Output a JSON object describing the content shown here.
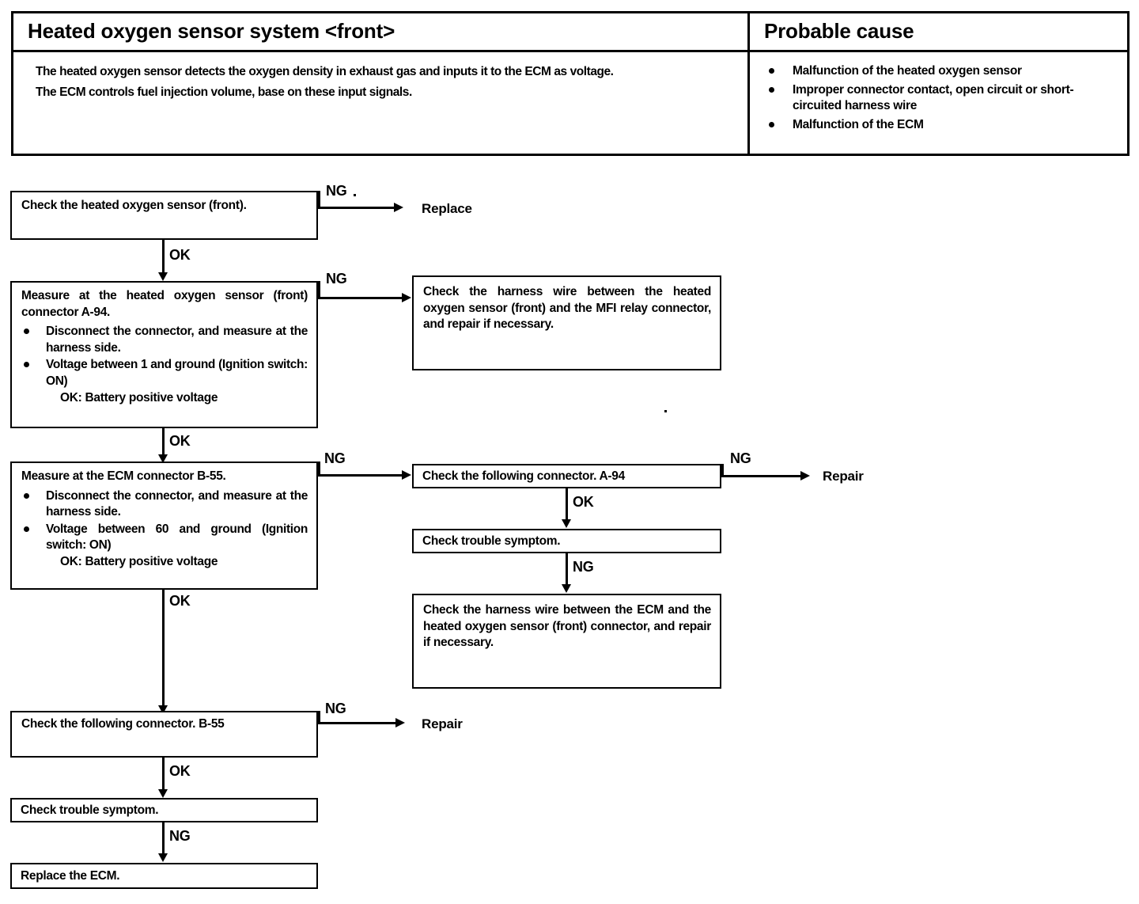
{
  "header": {
    "system_title": "Heated oxygen sensor system <front>",
    "cause_title": "Probable cause",
    "description": [
      "The heated oxygen sensor detects the oxygen density in exhaust gas and inputs it to the ECM as voltage.",
      "The ECM controls fuel injection volume, base on these input signals."
    ],
    "causes": [
      "Malfunction of the heated oxygen sensor",
      "Improper connector contact, open circuit or short-circuited harness wire",
      "Malfunction of the ECM"
    ]
  },
  "flow": {
    "labels": {
      "ok": "OK",
      "ng": "NG"
    },
    "nodes": {
      "check_sensor": "Check the heated oxygen sensor (front).",
      "replace_top": "Replace",
      "measure_a94": {
        "heading": "Measure at the heated oxygen sensor (front) connector A-94.",
        "steps": [
          "Disconnect the connector, and measure at the harness side.",
          "Voltage between 1 and ground (Ignition switch: ON)"
        ],
        "ok_spec": "OK:  Battery positive voltage"
      },
      "harness_mfi": "Check the harness wire between the heated oxygen sensor (front) and the MFI relay connector, and repair if necessary.",
      "measure_b55": {
        "heading": "Measure at the ECM connector B-55.",
        "steps": [
          "Disconnect the connector, and measure at the harness side.",
          "Voltage between 60 and ground (Ignition switch: ON)"
        ],
        "ok_spec": "OK:  Battery positive voltage"
      },
      "connector_a94": "Check the following connector. A-94",
      "repair_right": "Repair",
      "trouble_symptom_right": "Check trouble symptom.",
      "harness_ecm": "Check the harness wire between the ECM and the heated oxygen sensor (front) connector, and repair if necessary.",
      "connector_b55": "Check the following connector. B-55",
      "repair_bottom": "Repair",
      "trouble_symptom_bottom": "Check trouble symptom.",
      "replace_ecm": "Replace the ECM."
    }
  }
}
